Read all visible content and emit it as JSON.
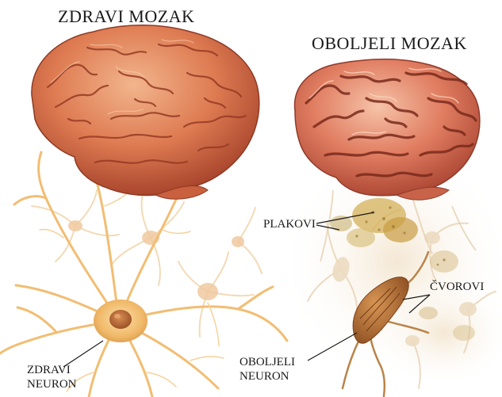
{
  "titles": {
    "healthy": "ZDRAVI MOZAK",
    "diseased": "OBOLJELI MOZAK"
  },
  "labels": {
    "plaques": "PLAKOVI",
    "tangles": "ČVOROVI",
    "healthy_neuron_line1": "ZDRAVI",
    "healthy_neuron_line2": "NEURON",
    "diseased_neuron_line1": "OBOLJELI",
    "diseased_neuron_line2": "NEURON"
  },
  "colors": {
    "brain_healthy": "#d8734f",
    "brain_diseased": "#d9705a",
    "neuron": "#f3c173",
    "neuron_body": "#e6a45a",
    "plaque": "#c9a347",
    "diseased_neuron": "#b67438",
    "text": "#1a1a1a"
  }
}
